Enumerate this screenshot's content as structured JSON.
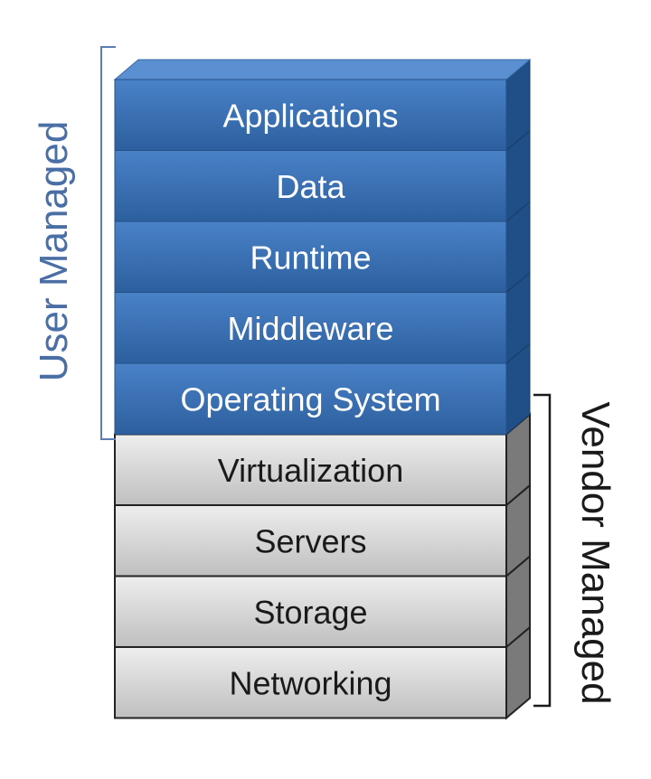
{
  "groups": {
    "user_managed": "User Managed",
    "vendor_managed": "Vendor Managed"
  },
  "layers": [
    {
      "label": "Applications",
      "group": "user"
    },
    {
      "label": "Data",
      "group": "user"
    },
    {
      "label": "Runtime",
      "group": "user"
    },
    {
      "label": "Middleware",
      "group": "user"
    },
    {
      "label": "Operating System",
      "group": "user"
    },
    {
      "label": "Virtualization",
      "group": "vendor"
    },
    {
      "label": "Servers",
      "group": "vendor"
    },
    {
      "label": "Storage",
      "group": "vendor"
    },
    {
      "label": "Networking",
      "group": "vendor"
    }
  ],
  "colors": {
    "user_front_top": "#4a82c8",
    "user_front_bottom": "#2c5f9e",
    "user_side": "#1f4f86",
    "user_top": "#5a8fd2",
    "user_text": "#ffffff",
    "vendor_front_top": "#eeeeee",
    "vendor_front_bottom": "#bfbfbf",
    "vendor_side": "#7a7a7a",
    "vendor_text": "#1a1a1a",
    "user_bracket": "#5b7fb5",
    "vendor_bracket": "#1a1a1a"
  }
}
